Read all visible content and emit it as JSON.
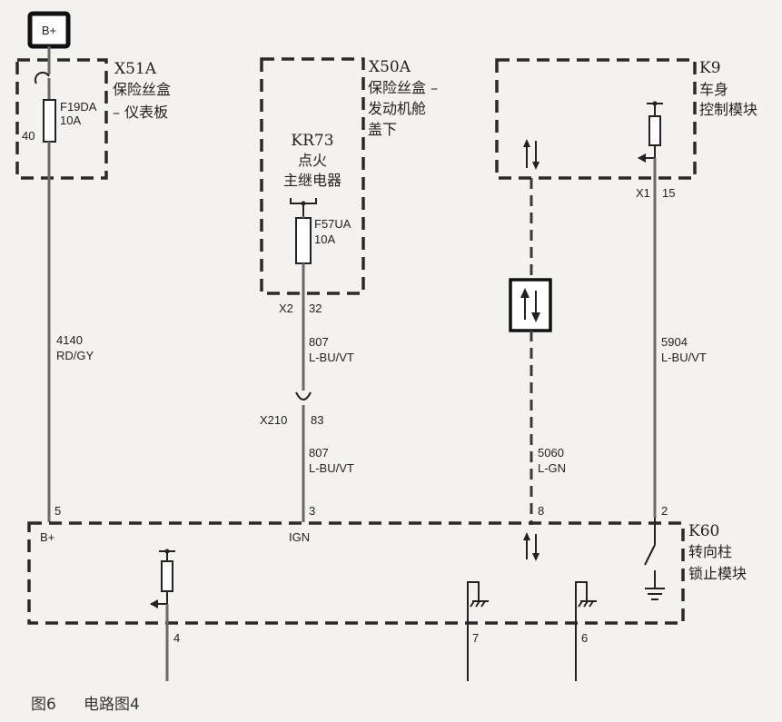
{
  "power": {
    "label": "B+"
  },
  "modules": {
    "x51a": {
      "id": "X51A",
      "name_line1": "保险丝盒",
      "name_line2": "– 仪表板",
      "fuse": "F19DA",
      "rating": "10A",
      "pin": "40"
    },
    "x50a": {
      "id": "X50A",
      "name_line1": "保险丝盒 –",
      "name_line2": "发动机舱",
      "name_line3": "盖下",
      "relay_id": "KR73",
      "relay_line1": "点火",
      "relay_line2": "主继电器",
      "fuse": "F57UA",
      "rating": "10A",
      "conn": "X2",
      "pin": "32"
    },
    "k9": {
      "id": "K9",
      "name_line1": "车身",
      "name_line2": "控制模块",
      "conn": "X1",
      "pin": "15"
    },
    "k60": {
      "id": "K60",
      "name_line1": "转向柱",
      "name_line2": "锁止模块",
      "bplus_label": "B+",
      "ign_label": "IGN",
      "pin_bplus": "5",
      "pin_ign": "3",
      "pin_data": "8",
      "pin_switch": "2",
      "pin_out4": "4",
      "pin_out7": "7",
      "pin_out6": "6"
    }
  },
  "wires": {
    "w4140": {
      "circuit": "4140",
      "color": "RD/GY"
    },
    "w807a": {
      "circuit": "807",
      "color": "L-BU/VT"
    },
    "w807b": {
      "circuit": "807",
      "color": "L-BU/VT"
    },
    "w5060": {
      "circuit": "5060",
      "color": "L-GN"
    },
    "w5904": {
      "circuit": "5904",
      "color": "L-BU/VT"
    }
  },
  "inline_connector": {
    "id": "X210",
    "pin": "83"
  },
  "caption": {
    "figure": "图6",
    "title": "电路图4"
  }
}
